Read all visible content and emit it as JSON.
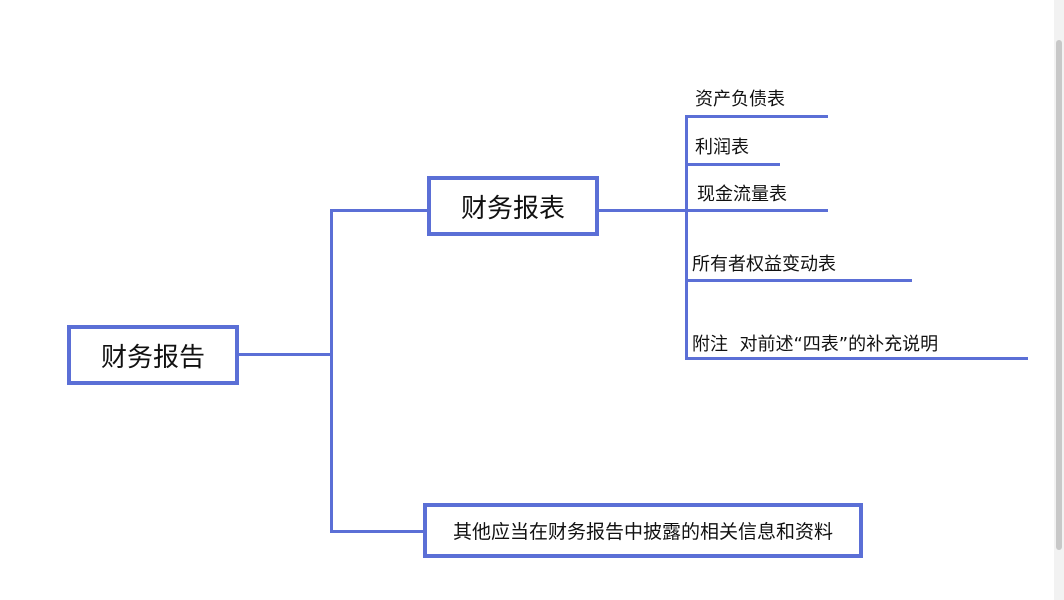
{
  "root": {
    "label": "财务报告"
  },
  "branch_statements": {
    "label": "财务报表",
    "leaves": [
      "资产负债表",
      "利润表",
      "现金流量表",
      "所有者权益变动表",
      "附注  对前述“四表”的补充说明"
    ]
  },
  "branch_other": {
    "label": "其他应当在财务报告中披露的相关信息和资料"
  },
  "colors": {
    "connector": "#5b6fd6",
    "box_border": "#5b6fd6",
    "text": "#111111"
  }
}
